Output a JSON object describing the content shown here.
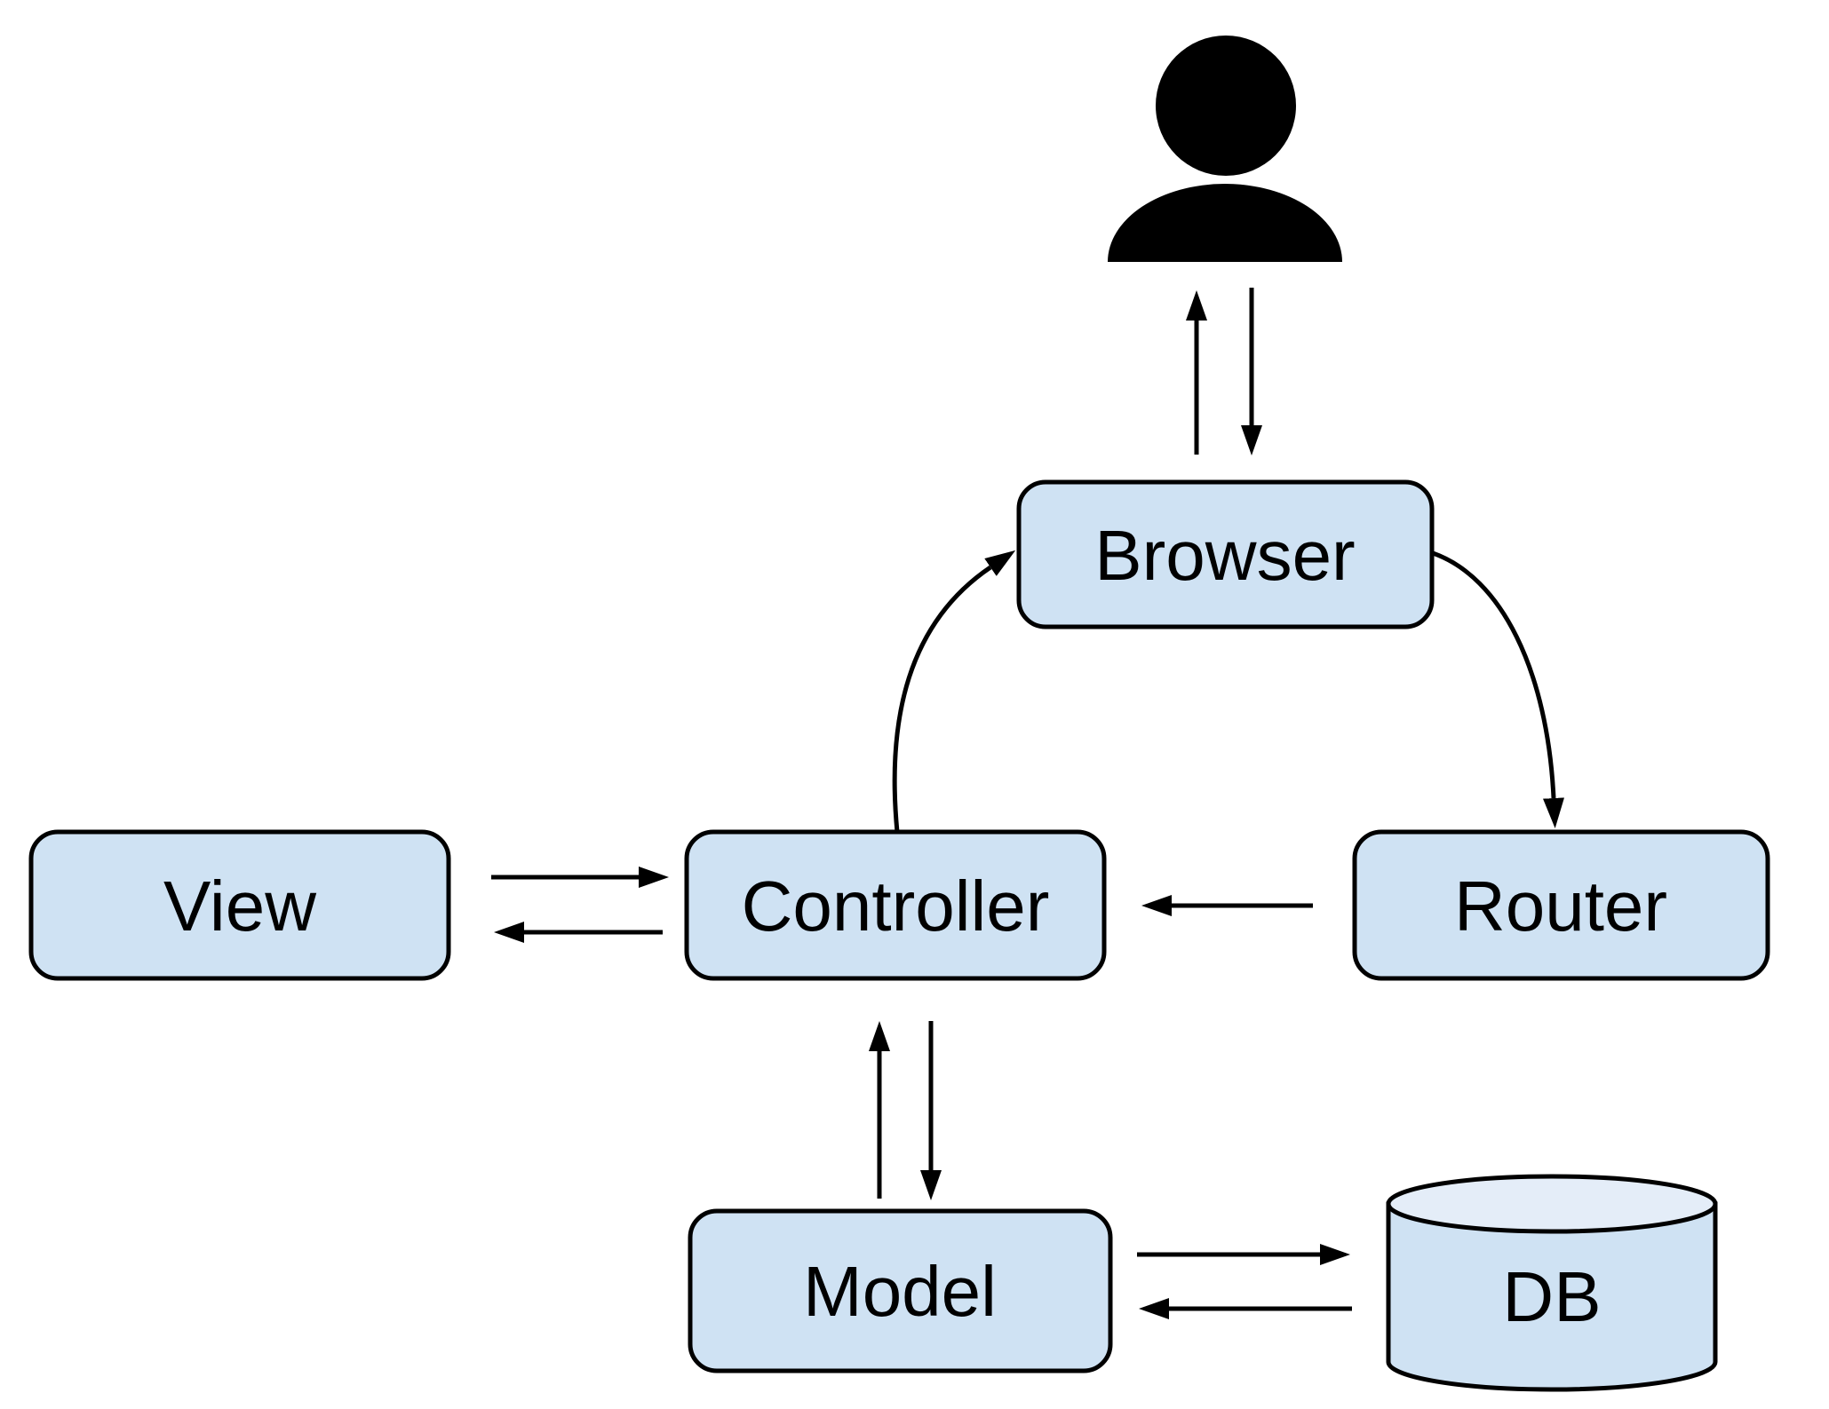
{
  "diagram": {
    "type": "architecture-diagram",
    "background": "#ffffff",
    "colors": {
      "node_fill": "#cfe2f3",
      "node_border": "#000000",
      "db_body_fill": "#cfe2f3",
      "db_top_fill": "#e4edf8",
      "arrow": "#000000",
      "actor": "#000000"
    },
    "nodes": {
      "browser": {
        "label": "Browser"
      },
      "router": {
        "label": "Router"
      },
      "controller": {
        "label": "Controller"
      },
      "view": {
        "label": "View"
      },
      "model": {
        "label": "Model"
      },
      "db": {
        "label": "DB"
      }
    },
    "edges": [
      {
        "from": "User",
        "to": "Browser",
        "direction": "both"
      },
      {
        "from": "Browser",
        "to": "Router",
        "direction": "one-way"
      },
      {
        "from": "Router",
        "to": "Controller",
        "direction": "one-way"
      },
      {
        "from": "Controller",
        "to": "Browser",
        "direction": "one-way"
      },
      {
        "from": "View",
        "to": "Controller",
        "direction": "both"
      },
      {
        "from": "Controller",
        "to": "Model",
        "direction": "both"
      },
      {
        "from": "Model",
        "to": "DB",
        "direction": "both"
      }
    ]
  }
}
